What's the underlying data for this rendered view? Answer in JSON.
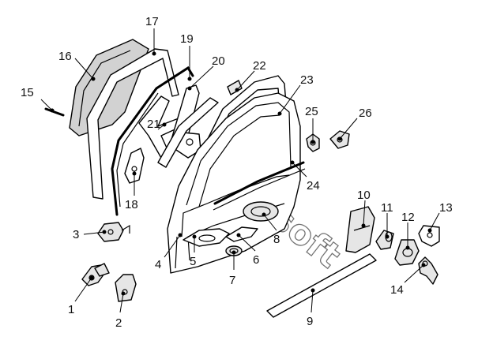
{
  "watermark": "Autosoft",
  "callouts": [
    {
      "id": "1",
      "label": "1"
    },
    {
      "id": "2",
      "label": "2"
    },
    {
      "id": "3",
      "label": "3"
    },
    {
      "id": "4",
      "label": "4"
    },
    {
      "id": "5",
      "label": "5"
    },
    {
      "id": "6",
      "label": "6"
    },
    {
      "id": "7",
      "label": "7"
    },
    {
      "id": "8",
      "label": "8"
    },
    {
      "id": "9",
      "label": "9"
    },
    {
      "id": "10",
      "label": "10"
    },
    {
      "id": "11",
      "label": "11"
    },
    {
      "id": "12",
      "label": "12"
    },
    {
      "id": "13",
      "label": "13"
    },
    {
      "id": "14",
      "label": "14"
    },
    {
      "id": "15",
      "label": "15"
    },
    {
      "id": "16",
      "label": "16"
    },
    {
      "id": "17",
      "label": "17"
    },
    {
      "id": "18",
      "label": "18"
    },
    {
      "id": "19",
      "label": "19"
    },
    {
      "id": "20",
      "label": "20"
    },
    {
      "id": "21",
      "label": "21"
    },
    {
      "id": "22",
      "label": "22"
    },
    {
      "id": "23",
      "label": "23"
    },
    {
      "id": "24",
      "label": "24"
    },
    {
      "id": "25",
      "label": "25"
    },
    {
      "id": "26",
      "label": "26"
    }
  ]
}
